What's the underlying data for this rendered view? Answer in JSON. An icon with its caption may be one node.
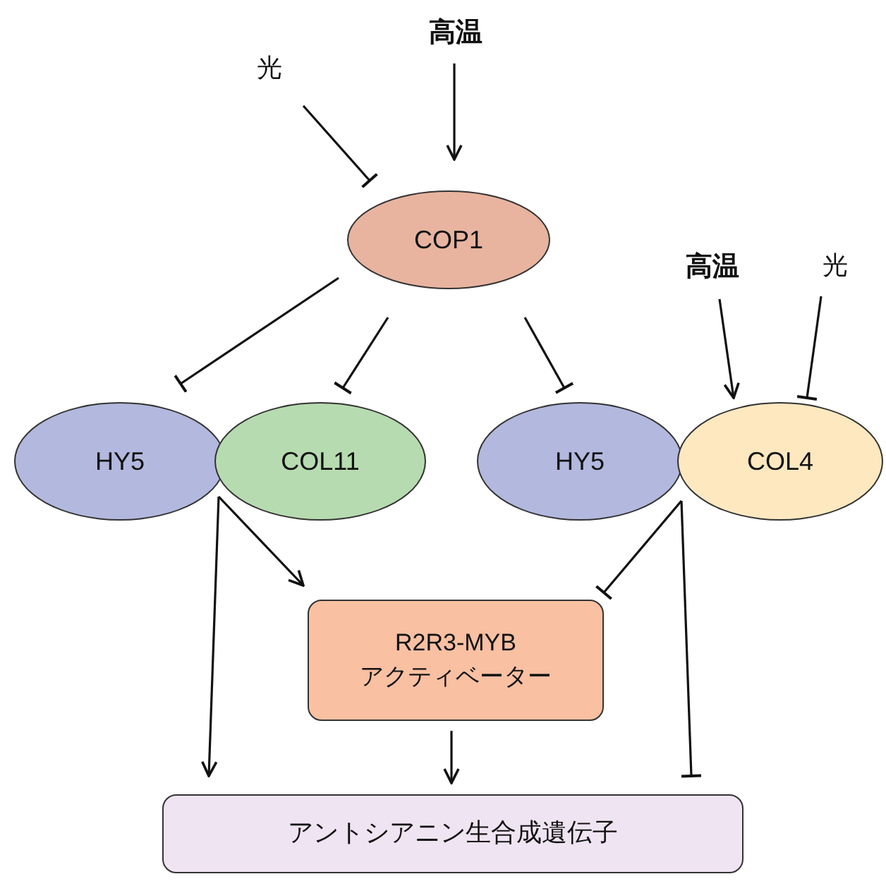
{
  "diagram": {
    "nodes": [
      {
        "text": [
          "高温"
        ]
      },
      {
        "text": [
          "光"
        ]
      },
      {
        "text": [
          "COP1"
        ]
      },
      {
        "text": [
          "高温"
        ]
      },
      {
        "text": [
          "光"
        ]
      },
      {
        "text": [
          "HY5"
        ]
      },
      {
        "text": [
          "COL11"
        ]
      },
      {
        "text": [
          "HY5"
        ]
      },
      {
        "text": [
          "COL4"
        ]
      },
      {
        "text": [
          "R2R3-MYB アクティベーター"
        ]
      },
      {
        "text": [
          "アントシアニン生合成遺伝子"
        ]
      }
    ],
    "edges": [
      {
        "from": 0,
        "to": 2,
        "arrow": "to"
      },
      {
        "from": 1,
        "to": 2,
        "arrow": "other"
      },
      {
        "from": 2,
        "to": 5,
        "arrow": "other"
      },
      {
        "from": 2,
        "to": 6,
        "arrow": "other"
      },
      {
        "from": 2,
        "to": 7,
        "arrow": "other"
      },
      {
        "from": 3,
        "to": 8,
        "arrow": "to"
      },
      {
        "from": 4,
        "to": 8,
        "arrow": "other"
      },
      {
        "from": 5,
        "to": 9,
        "arrow": "to"
      },
      {
        "from": 6,
        "to": 9,
        "arrow": "to"
      },
      {
        "from": 5,
        "to": 10,
        "arrow": "to"
      },
      {
        "from": 6,
        "to": 10,
        "arrow": "to"
      },
      {
        "from": 7,
        "to": 9,
        "arrow": "other"
      },
      {
        "from": 8,
        "to": 9,
        "arrow": "other"
      },
      {
        "from": 7,
        "to": 10,
        "arrow": "other"
      },
      {
        "from": 8,
        "to": 10,
        "arrow": "other"
      },
      {
        "from": 9,
        "to": 10,
        "arrow": "to"
      }
    ]
  }
}
